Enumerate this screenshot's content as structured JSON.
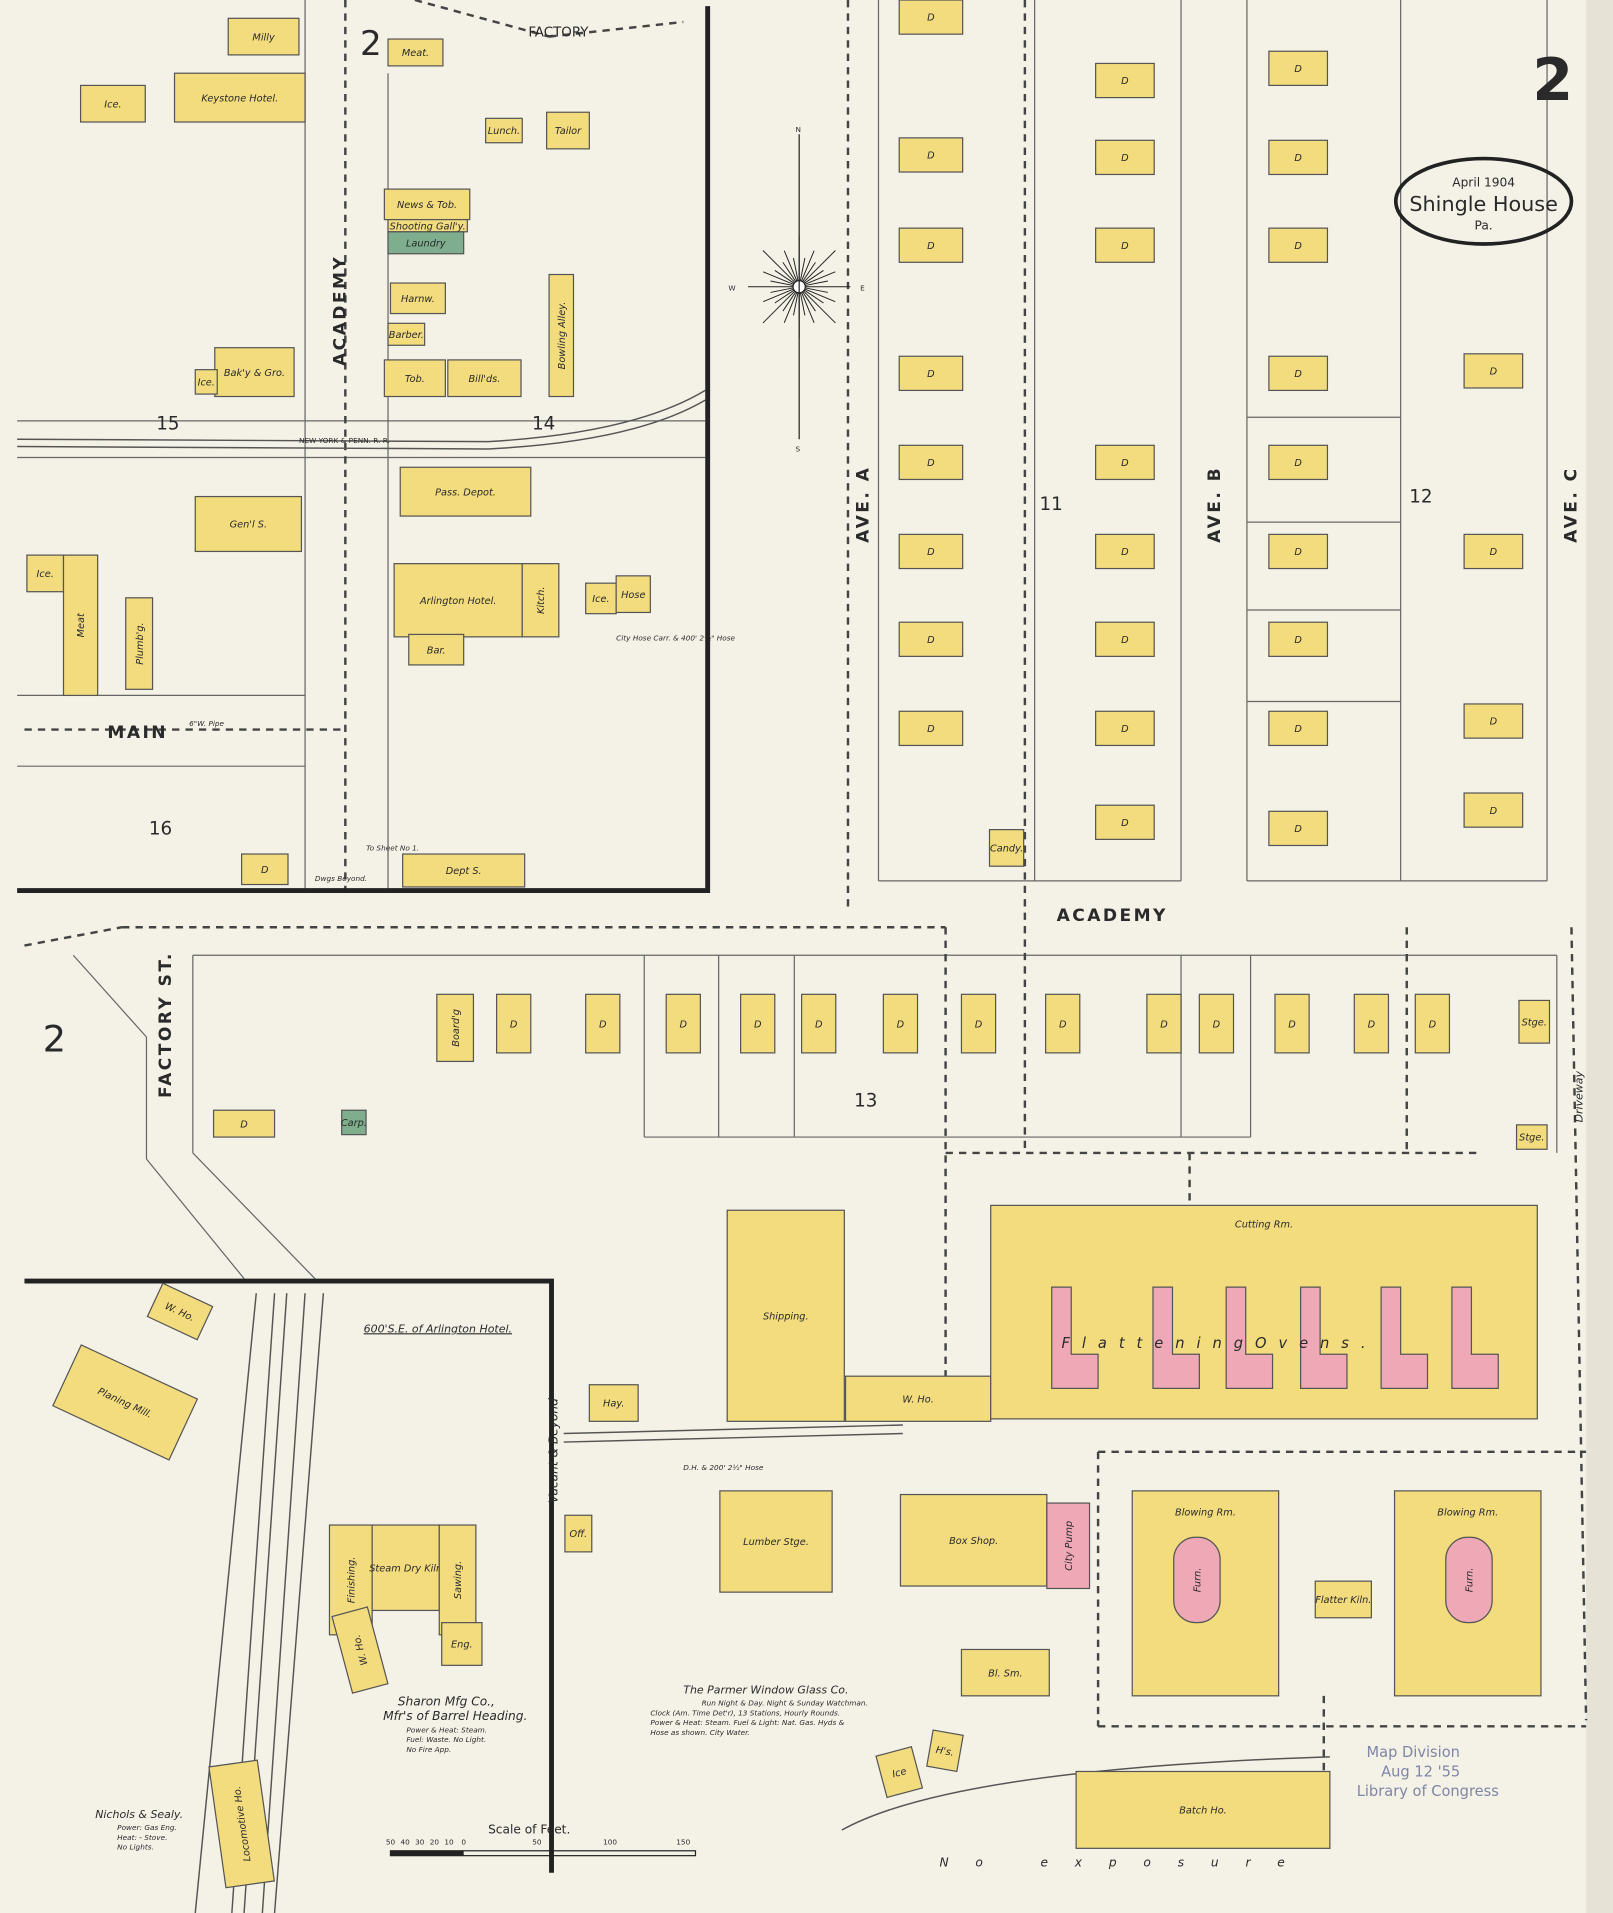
{
  "title": {
    "date": "April 1904",
    "place": "Shingle House",
    "state": "Pa."
  },
  "sheet_number": "2",
  "materials": {
    "frame": "#f3dc7e",
    "brick": "#efa9b6",
    "special": "#7fae8e",
    "outline": "#555555"
  },
  "streets": {
    "academy_north": "ACADEMY",
    "academy_south": "ACADEMY",
    "main": "MAIN",
    "ave_a": "AVE. A",
    "ave_b": "AVE. B",
    "ave_c": "AVE. C",
    "factory_st": "FACTORY ST.",
    "factory": "FACTORY"
  },
  "railroad": "NEW YORK & PENN. R. R.",
  "blocks": [
    "15",
    "14",
    "16",
    "11",
    "12",
    "13",
    "2",
    "2"
  ],
  "inset_titles": {
    "arlington": "600'S.E. of Arlington Hotel."
  },
  "notes": {
    "see_sheet": "To Sheet No 1.",
    "dwgs_beyond": "Dwgs Beyond.",
    "vacant": "Vacant & Beyond",
    "no_exposure": "No exposure",
    "driveway": "Driveway",
    "pipe": "6\"W. Pipe",
    "city_hose": "City Hose Carr. & 400' 2½\" Hose",
    "dh_hose": "D.H. & 200' 2½\" Hose"
  },
  "buildings": [
    {
      "label": "Keystone Hotel.",
      "material": "frame"
    },
    {
      "label": "Ice.",
      "material": "frame"
    },
    {
      "label": "Milly",
      "material": "frame"
    },
    {
      "label": "Meat.",
      "material": "frame"
    },
    {
      "label": "Lunch.",
      "material": "frame"
    },
    {
      "label": "Tailor",
      "material": "frame"
    },
    {
      "label": "News & Tob.",
      "material": "frame"
    },
    {
      "label": "Shooting Gall'y.",
      "material": "frame"
    },
    {
      "label": "Laundry",
      "material": "special"
    },
    {
      "label": "Harnw.",
      "material": "frame"
    },
    {
      "label": "Barber.",
      "material": "frame"
    },
    {
      "label": "Tob.",
      "material": "frame"
    },
    {
      "label": "Bill'ds.",
      "material": "frame"
    },
    {
      "label": "Bowling Alley.",
      "material": "frame"
    },
    {
      "label": "Bak'y & Gro.",
      "material": "frame"
    },
    {
      "label": "Ice.",
      "material": "frame"
    },
    {
      "label": "Pass. Depot.",
      "material": "frame"
    },
    {
      "label": "Gen'l S.",
      "material": "frame"
    },
    {
      "label": "Arlington Hotel.",
      "material": "frame"
    },
    {
      "label": "Kitch.",
      "material": "frame"
    },
    {
      "label": "Bar.",
      "material": "frame"
    },
    {
      "label": "Ice.",
      "material": "frame"
    },
    {
      "label": "Hose",
      "material": "frame"
    },
    {
      "label": "Ice.",
      "material": "frame"
    },
    {
      "label": "Meat",
      "material": "frame"
    },
    {
      "label": "Plumb'g.",
      "material": "frame"
    },
    {
      "label": "Dept S.",
      "material": "frame"
    },
    {
      "label": "D",
      "material": "frame"
    },
    {
      "label": "Board'g",
      "material": "frame"
    },
    {
      "label": "Stge.",
      "material": "frame"
    },
    {
      "label": "Stge.",
      "material": "frame"
    },
    {
      "label": "D",
      "material": "frame"
    },
    {
      "label": "Carp.",
      "material": "special"
    },
    {
      "label": "Shipping.",
      "material": "frame"
    },
    {
      "label": "W. Ho.",
      "material": "frame"
    },
    {
      "label": "Cutting Rm.",
      "material": "frame"
    },
    {
      "label": "Hay.",
      "material": "frame"
    },
    {
      "label": "Lumber Stge.",
      "material": "frame"
    },
    {
      "label": "Box Shop.",
      "material": "frame"
    },
    {
      "label": "City Pump",
      "material": "brick"
    },
    {
      "label": "Blowing Rm.",
      "material": "frame"
    },
    {
      "label": "Blowing Rm.",
      "material": "frame"
    },
    {
      "label": "Flatter Kiln.",
      "material": "frame"
    },
    {
      "label": "Bl. Sm.",
      "material": "frame"
    },
    {
      "label": "Batch Ho.",
      "material": "frame"
    },
    {
      "label": "Ice",
      "material": "frame"
    },
    {
      "label": "H's.",
      "material": "frame"
    },
    {
      "label": "Candy.",
      "material": "frame"
    },
    {
      "label": "Off.",
      "material": "frame"
    },
    {
      "label": "W. Ho.",
      "material": "frame"
    },
    {
      "label": "Planing Mill.",
      "material": "frame"
    },
    {
      "label": "Finishing.",
      "material": "frame"
    },
    {
      "label": "Steam Dry Kiln",
      "material": "frame"
    },
    {
      "label": "Sawing.",
      "material": "frame"
    },
    {
      "label": "W. Ho.",
      "material": "frame"
    },
    {
      "label": "Eng.",
      "material": "frame"
    },
    {
      "label": "Locomotive Ho.",
      "material": "frame"
    },
    {
      "label": "Furn.",
      "material": "brick"
    },
    {
      "label": "Furn.",
      "material": "brick"
    }
  ],
  "dwelling_label": "D",
  "ovens_label": "F l a t t e n i n g   O v e n s .",
  "companies": [
    {
      "name": "The Parmer Window Glass Co.",
      "details": [
        "Run Night & Day. Night & Sunday Watchman.",
        "Clock (Am. Time Det'r), 13 Stations, Hourly Rounds.",
        "Power & Heat: Steam. Fuel & Light: Nat. Gas. Hyds &",
        "Hose as shown. City Water."
      ]
    },
    {
      "name": "Sharon Mfg Co.,",
      "subtitle": "Mfr's of Barrel Heading.",
      "details": [
        "Power & Heat: Steam.",
        "Fuel: Waste. No Light.",
        "No Fire App."
      ]
    },
    {
      "name": "Nichols & Sealy.",
      "details": [
        "Power: Gas Eng.",
        "Heat: - Stove.",
        "No Lights."
      ]
    }
  ],
  "compass": {
    "n": "N",
    "s": "S",
    "e": "E",
    "w": "W"
  },
  "scale": {
    "title": "Scale of Feet.",
    "ticks": [
      "50",
      "40",
      "30",
      "20",
      "10",
      "0",
      "50",
      "100",
      "150"
    ]
  },
  "stamp": {
    "line1": "Map Division",
    "line2": "Aug 12 '55",
    "line3": "Library of Congress"
  }
}
